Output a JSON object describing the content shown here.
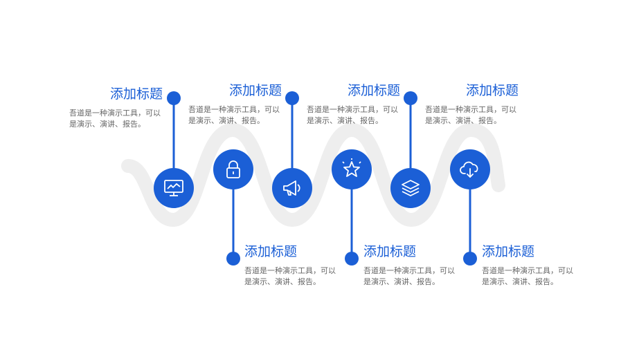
{
  "colors": {
    "accent": "#1b5fd6",
    "track": "#eeeeee",
    "title": "#1b5fd6",
    "desc": "#666666"
  },
  "steps": [
    {
      "title": "添加标题",
      "desc": "吾道是一种演示工具，可以是演示、演讲、报告。",
      "icon": "monitor-icon"
    },
    {
      "title": "添加标题",
      "desc": "吾道是一种演示工具，可以是演示、演讲、报告。",
      "icon": "lock-icon"
    },
    {
      "title": "添加标题",
      "desc": "吾道是一种演示工具，可以是演示、演讲、报告。",
      "icon": "megaphone-icon"
    },
    {
      "title": "添加标题",
      "desc": "吾道是一种演示工具，可以是演示、演讲、报告。",
      "icon": "star-icon"
    },
    {
      "title": "添加标题",
      "desc": "吾道是一种演示工具，可以是演示、演讲、报告。",
      "icon": "layers-icon"
    },
    {
      "title": "添加标题",
      "desc": "吾道是一种演示工具，可以是演示、演讲、报告。",
      "icon": "cloud-download-icon"
    }
  ],
  "extra_top": {
    "title": "添加标题",
    "desc": "吾道是一种演示工具，可以是演示、演讲、报告。"
  }
}
